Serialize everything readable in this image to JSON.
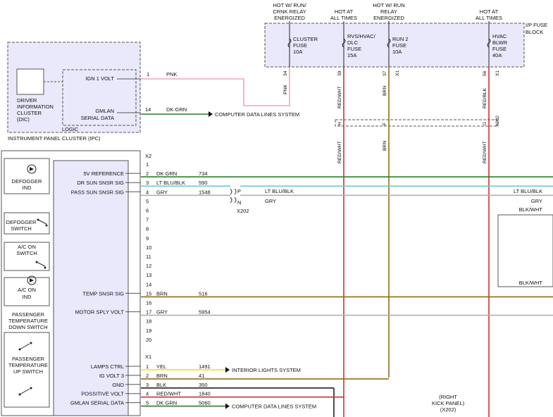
{
  "colors": {
    "pink": "#f5a3b8",
    "green": "#2e7d32",
    "red": "#d32f2f",
    "brown": "#8d6e1e",
    "cyan": "#66cfe0",
    "grey": "#b0b0b0",
    "yellow": "#f5e000",
    "black": "#222222",
    "module_fill": "#e9e9fb"
  },
  "fuse_block": {
    "label": [
      "I/P FUSE",
      "BLOCK"
    ],
    "fuses": [
      {
        "header": [
          "HOT W/ RUN/",
          "CRNK RELAY",
          "ENERGIZED"
        ],
        "name": [
          "CLUSTER",
          "FUSE",
          "10A"
        ],
        "wire": "PNK",
        "pin": "34",
        "conn": ""
      },
      {
        "header": [
          "HOT AT",
          "ALL TIMES"
        ],
        "name": [
          "RVS/HVAC/",
          "DLC",
          "FUSE",
          "15A"
        ],
        "wire": "RED/WHT",
        "pin": "39",
        "conn": ""
      },
      {
        "header": [
          "HOT W/ RUN",
          "RELAY",
          "ENERGIZED"
        ],
        "name": [
          "RUN 2",
          "FUSE",
          "10A"
        ],
        "wire": "BRN",
        "pin": "37",
        "conn": "X1"
      },
      {
        "header": [
          "HOT AT",
          "ALL TIMES"
        ],
        "name": [
          "HVAC",
          "BLWR",
          "FUSE",
          "40A"
        ],
        "wire": "RED/BLK",
        "pin": "56",
        "conn": "X1"
      }
    ],
    "splice_pins": [
      "H",
      "F",
      "G"
    ],
    "splice_conn": "X202"
  },
  "ipc": {
    "title": "INSTRUMENT PANEL CLUSTER (IPC)",
    "logic": "LOGIC",
    "dic": [
      "DRIVER",
      "INFORMATION",
      "CLUSTER",
      "(DIC)"
    ],
    "pins": [
      {
        "label": "IGN 1 VOLT",
        "pin": "1",
        "wire": "PNK"
      },
      {
        "label": [
          "GMLAN",
          "SERIAL DATA"
        ],
        "pin": "14",
        "wire": "DK GRN",
        "dest": "COMPUTER DATA LINES SYSTEM"
      }
    ]
  },
  "hvac": {
    "left_components": [
      {
        "label": [
          "DEFOGGER",
          "IND"
        ]
      },
      {
        "label": [
          "DEFOGGER",
          "SWITCH"
        ]
      },
      {
        "label": [
          "A/C ON",
          "SWITCH"
        ]
      },
      {
        "label": [
          "A/C ON",
          "IND"
        ]
      },
      {
        "label": [
          "PASSENGER",
          "TEMPERATURE",
          "DOWN SWITCH"
        ]
      },
      {
        "label": [
          "PASSENGER",
          "TEMPERATURE",
          "UP SWITCH"
        ]
      }
    ],
    "conn_top": "X2",
    "conn_bottom": "X1",
    "pins_top": [
      {
        "pin": "1",
        "label": "",
        "wire": "",
        "circuit": ""
      },
      {
        "pin": "2",
        "label": "5V REFERENCE",
        "wire": "DK GRN",
        "circuit": "734"
      },
      {
        "pin": "3",
        "label": "DR SUN SNSR SIG",
        "wire": "LT BLU/BLK",
        "circuit": "590"
      },
      {
        "pin": "4",
        "label": "PASS SUN SNSR SIG",
        "wire": "GRY",
        "circuit": "1548"
      },
      {
        "pin": "5",
        "label": "",
        "wire": "",
        "circuit": ""
      },
      {
        "pin": "6",
        "label": "",
        "wire": "",
        "circuit": ""
      },
      {
        "pin": "7",
        "label": "",
        "wire": "",
        "circuit": ""
      },
      {
        "pin": "8",
        "label": "",
        "wire": "",
        "circuit": ""
      },
      {
        "pin": "9",
        "label": "",
        "wire": "",
        "circuit": ""
      },
      {
        "pin": "10",
        "label": "",
        "wire": "",
        "circuit": ""
      },
      {
        "pin": "11",
        "label": "",
        "wire": "",
        "circuit": ""
      },
      {
        "pin": "12",
        "label": "",
        "wire": "",
        "circuit": ""
      },
      {
        "pin": "13",
        "label": "",
        "wire": "",
        "circuit": ""
      },
      {
        "pin": "14",
        "label": "",
        "wire": "",
        "circuit": ""
      },
      {
        "pin": "15",
        "label": "TEMP SNSR SIG",
        "wire": "BRN",
        "circuit": "516"
      },
      {
        "pin": "16",
        "label": "",
        "wire": "",
        "circuit": ""
      },
      {
        "pin": "17",
        "label": "MOTOR SPLY VOLT",
        "wire": "GRY",
        "circuit": "5954"
      },
      {
        "pin": "18",
        "label": "",
        "wire": "",
        "circuit": ""
      },
      {
        "pin": "19",
        "label": "",
        "wire": "",
        "circuit": ""
      },
      {
        "pin": "20",
        "label": "",
        "wire": "",
        "circuit": ""
      }
    ],
    "pins_bottom": [
      {
        "pin": "1",
        "label": "LAMPS CTRL",
        "wire": "YEL",
        "circuit": "1491",
        "dest": "INTERIOR LIGHTS SYSTEM"
      },
      {
        "pin": "2",
        "label": "IG VOLT 3",
        "wire": "BRN",
        "circuit": "41",
        "dest": ""
      },
      {
        "pin": "3",
        "label": "GND",
        "wire": "BLK",
        "circuit": "350",
        "dest": ""
      },
      {
        "pin": "4",
        "label": "POSSITIVE VOLT",
        "wire": "RED/WHT",
        "circuit": "1840",
        "dest": ""
      },
      {
        "pin": "5",
        "label": "GMLAN SERIAL DATA",
        "wire": "DK GRN",
        "circuit": "5060",
        "dest": "COMPUTER DATA LINES SYSTEM"
      }
    ]
  },
  "x202": {
    "name": "X202",
    "pins": [
      {
        "pin": "P",
        "wire": "LT BLU/BLK"
      },
      {
        "pin": "N",
        "wire": "GRY"
      }
    ]
  },
  "right_side": {
    "labels": [
      "LT BLU/BLK",
      "GRY",
      "BLK/WHT",
      "BLK/WHT"
    ],
    "kick_panel": [
      "(RIGHT",
      "KICK PANEL)",
      "(X202)"
    ]
  }
}
